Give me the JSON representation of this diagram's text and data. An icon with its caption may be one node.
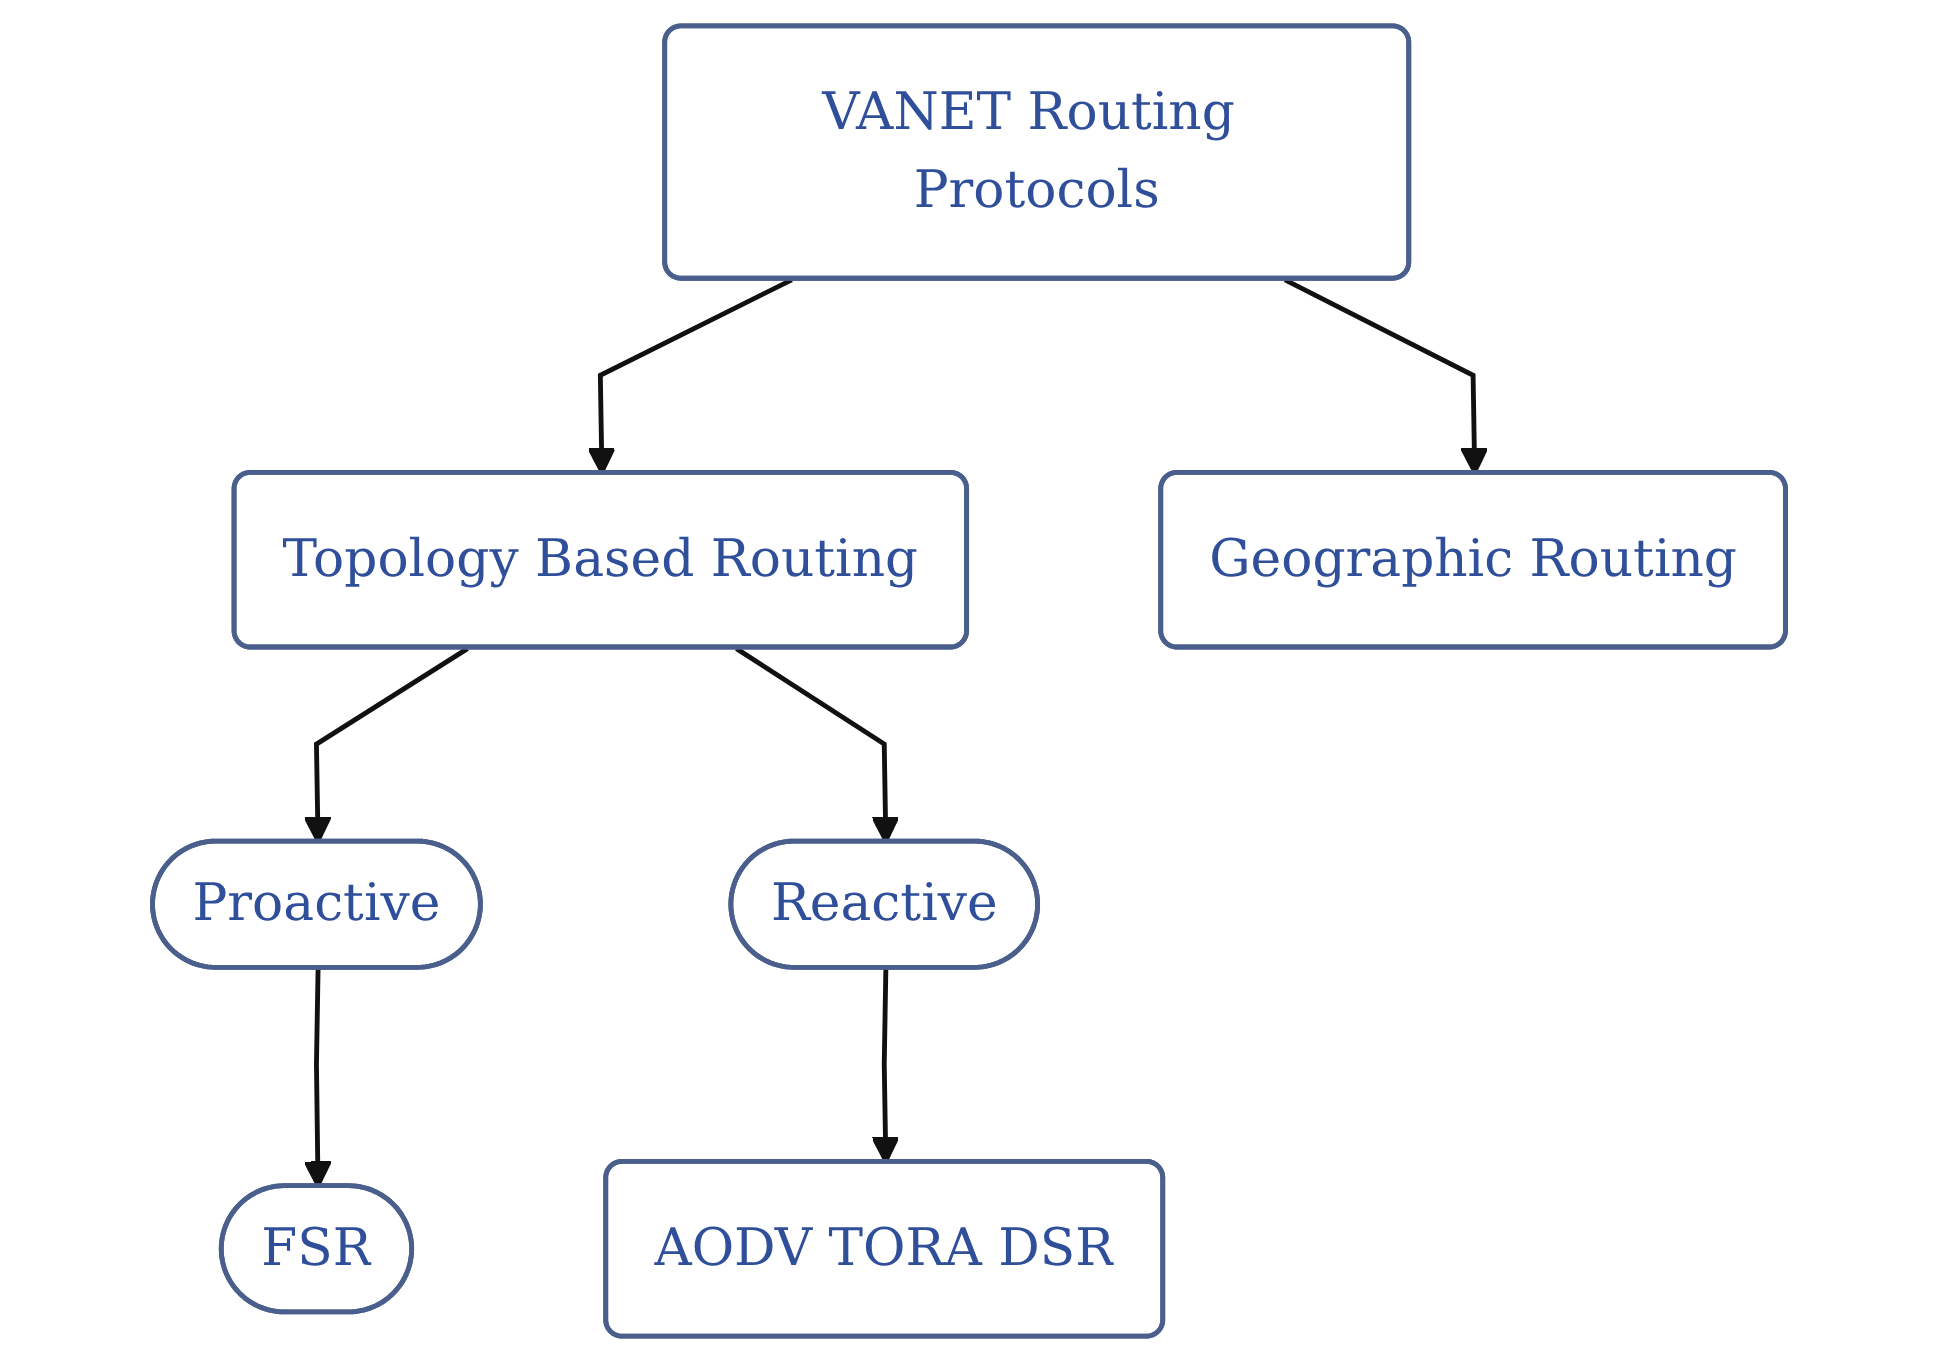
{
  "diagram": {
    "nodes": [
      {
        "text": [
          "VANET Routing Protocols"
        ]
      },
      {
        "text": [
          "Topology Based Routing"
        ]
      },
      {
        "text": [
          "Geographic Routing"
        ]
      },
      {
        "text": [
          "Proactive"
        ]
      },
      {
        "text": [
          "FSR"
        ]
      },
      {
        "text": [
          "Reactive"
        ]
      },
      {
        "text": [
          "AODV TORA DSR"
        ]
      }
    ],
    "edges": [
      {
        "from": 0,
        "to": 1,
        "arrow": "to"
      },
      {
        "from": 0,
        "to": 2,
        "arrow": "to"
      },
      {
        "from": 1,
        "to": 3,
        "arrow": "to"
      },
      {
        "from": 1,
        "to": 5,
        "arrow": "to"
      },
      {
        "from": 3,
        "to": 4,
        "arrow": "to"
      },
      {
        "from": 5,
        "to": 6,
        "arrow": "to"
      }
    ]
  }
}
